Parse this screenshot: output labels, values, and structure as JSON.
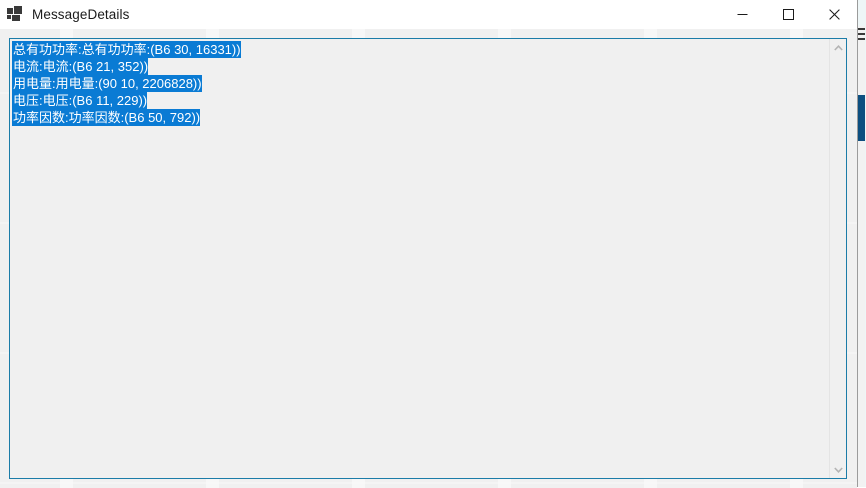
{
  "window": {
    "title": "MessageDetails",
    "icon": "winforms-app-icon",
    "accent_border": "#1b7ca8",
    "selection_color": "#0a7bd4",
    "client_background": "#f0f0f0",
    "titlebar_background": "#ffffff"
  },
  "caption": {
    "minimize_label": "Minimize",
    "maximize_label": "Maximize",
    "close_label": "Close"
  },
  "textbox": {
    "lines": [
      {
        "text": "总有功功率:总有功功率:(B6 30, 16331))",
        "selected": true
      },
      {
        "text": "电流:电流:(B6 21, 352))",
        "selected": true
      },
      {
        "text": "用电量:用电量:(90 10, 2206828))",
        "selected": true
      },
      {
        "text": "电压:电压:(B6 11, 229))",
        "selected": true
      },
      {
        "text": "功率因数:功率因数:(B6 50, 792))",
        "selected": true
      }
    ]
  },
  "scrollbar": {
    "up_arrow": "chevron-up-icon",
    "down_arrow": "chevron-down-icon"
  }
}
